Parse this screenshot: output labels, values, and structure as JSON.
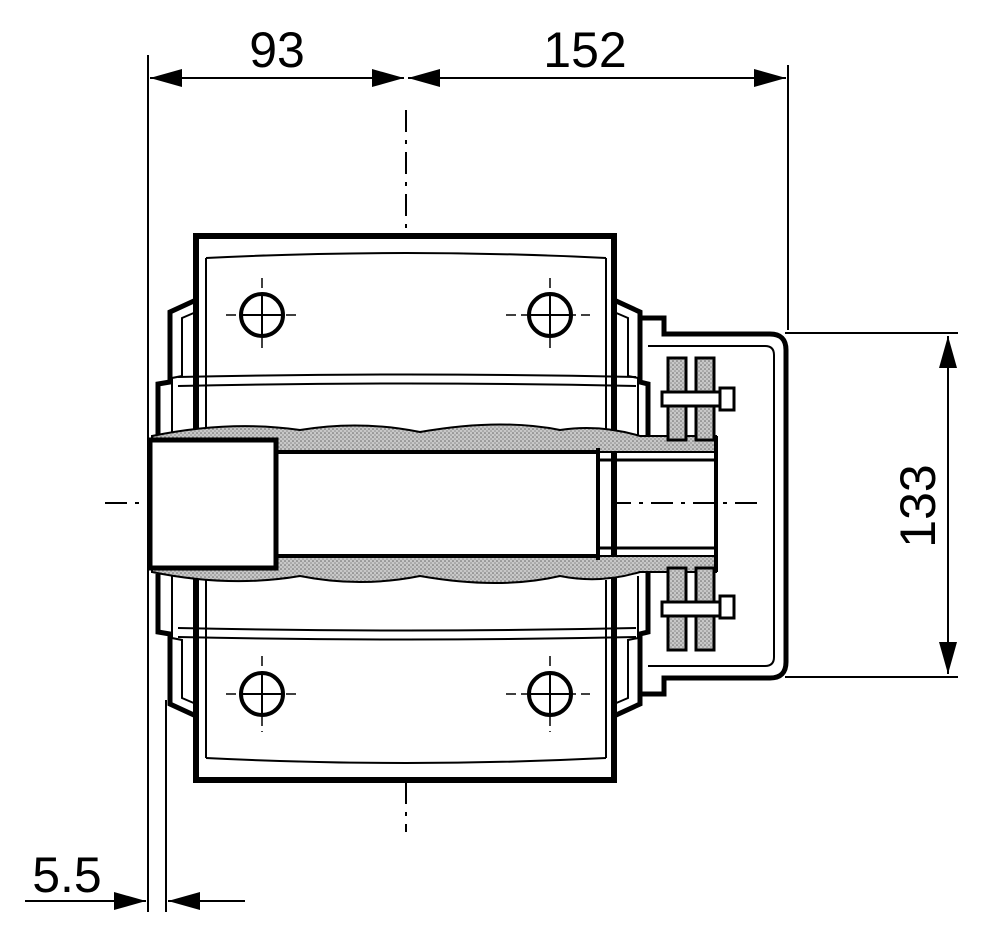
{
  "drawing": {
    "dimensions": {
      "left_width": "93",
      "right_width": "152",
      "height": "133",
      "flange_offset": "5.5"
    }
  },
  "colors": {
    "line": "#000000",
    "hatch": "#a0a0a0",
    "background": "#ffffff"
  }
}
